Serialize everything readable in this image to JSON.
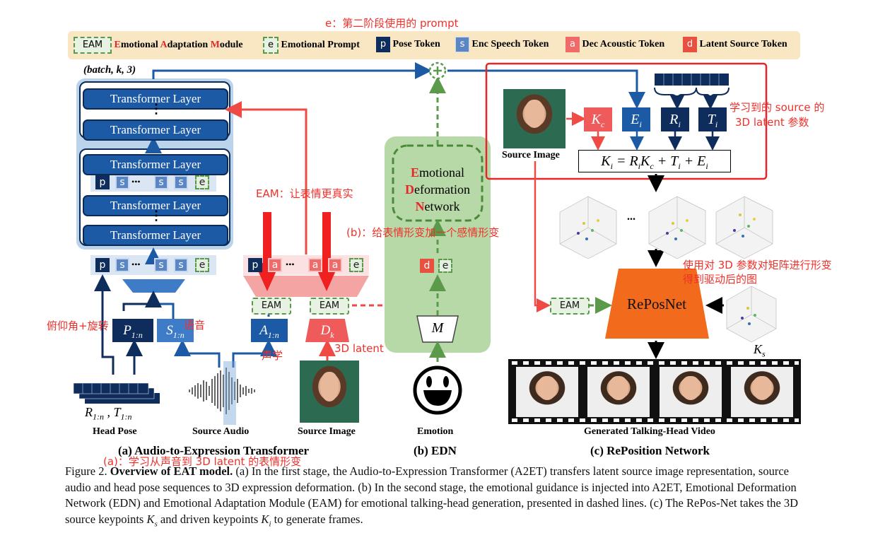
{
  "top_note": "e：第二阶段使用的 prompt",
  "legend": {
    "eam_chip": "EAM",
    "eam_text_parts": [
      "E",
      "motional ",
      "A",
      "daptation ",
      "M",
      "odule"
    ],
    "e_chip": "e",
    "e_text": "Emotional Prompt",
    "p_chip": "p",
    "p_text": "Pose Token",
    "s_chip": "s",
    "s_text": "Enc Speech Token",
    "a_chip": "a",
    "a_text": "Dec Acoustic Token",
    "d_chip": "d",
    "d_text": "Latent Source Token"
  },
  "a2et": {
    "shape_label": "(batch, k, 3)",
    "layer_label": "Transformer Layer",
    "dots": "⋮",
    "tokens": [
      "p",
      "s",
      "•••",
      "s",
      "s",
      "e"
    ],
    "dec_tokens": [
      "p",
      "a",
      "•••",
      "a",
      "a",
      "e"
    ],
    "eam": "EAM",
    "p_block": "P",
    "p_sub": "1:n",
    "s_block": "S",
    "s_sub": "1:n",
    "a_block": "A",
    "a_sub": "1:n",
    "d_block": "D",
    "d_sub": "k",
    "pose_label_r": "R",
    "pose_label_t": "T",
    "pose_sub": "1:n",
    "head_pose": "Head Pose",
    "source_audio": "Source Audio",
    "source_image": "Source Image",
    "subcaption": "(a) Audio-to-Expression Transformer"
  },
  "edn": {
    "title_parts": [
      "E",
      "motional",
      "D",
      "eformation",
      "N",
      "etwork"
    ],
    "tokens": [
      "d",
      "e"
    ],
    "m": "M",
    "emotion": "Emotion",
    "subcaption": "(b) EDN"
  },
  "repos": {
    "source_image": "Source Image",
    "kc": "K",
    "kc_sub": "c",
    "ei": "E",
    "ei_sub": "i",
    "ri": "R",
    "ri_sub": "i",
    "ti": "T",
    "ti_sub": "i",
    "formula": "K",
    "formula_sub": "i",
    "formula_rest": " = R",
    "formula_rest_sub": "i",
    "formula_k": "K",
    "formula_k_sub": "c",
    "formula_t": " + T",
    "formula_t_sub": "i",
    "formula_e": " + E",
    "formula_e_sub": "i",
    "ellipsis": "...",
    "eam": "EAM",
    "net": "RePosNet",
    "ks": "K",
    "ks_sub": "s",
    "video_label": "Generated Talking-Head Video",
    "subcaption": "(c) RePosition Network"
  },
  "notes": {
    "learned": "学习到的 source 的",
    "learned2": "3D latent 参数",
    "eam": "EAM：让表情更真实",
    "edn": "(b)：给表情形变加一个感情形变",
    "deform": "使用对 3D 参数对矩阵进行形变",
    "deform2": "得到驱动后的图",
    "pose": "俯仰角+旋转",
    "speech": "语音",
    "acoustic": "声学",
    "latent3d": "3D latent",
    "a_note": "(a)：学习从声音到 3D latent 的表情形变"
  },
  "caption": {
    "fig": "Figure 2.",
    "title": "Overview of EAT model.",
    "body": " (a) In the first stage, the Audio-to-Expression Transformer (A2ET) transfers latent source image representation, source audio and head pose sequences to 3D expression deformation. (b) In the second stage, the emotional guidance is injected into A2ET, Emotional Deformation Network (EDN) and Emotional Adaptation Module (EAM) for emotional talking-head generation, presented in dashed lines. (c) The RePos-Net takes the 3D source keypoints ",
    "ks": "K",
    "ks_sub": "s",
    "mid": " and driven keypoints ",
    "ki": "K",
    "ki_sub": "i",
    "end": " to generate frames."
  },
  "colors": {
    "blue": "#1d5aa6",
    "navy": "#0f2d5c",
    "red": "#e8503f",
    "green": "#5a9a4a",
    "orange": "#f26a1b",
    "legend_bg": "#f9e7c3",
    "note_red": "#f0302a"
  }
}
